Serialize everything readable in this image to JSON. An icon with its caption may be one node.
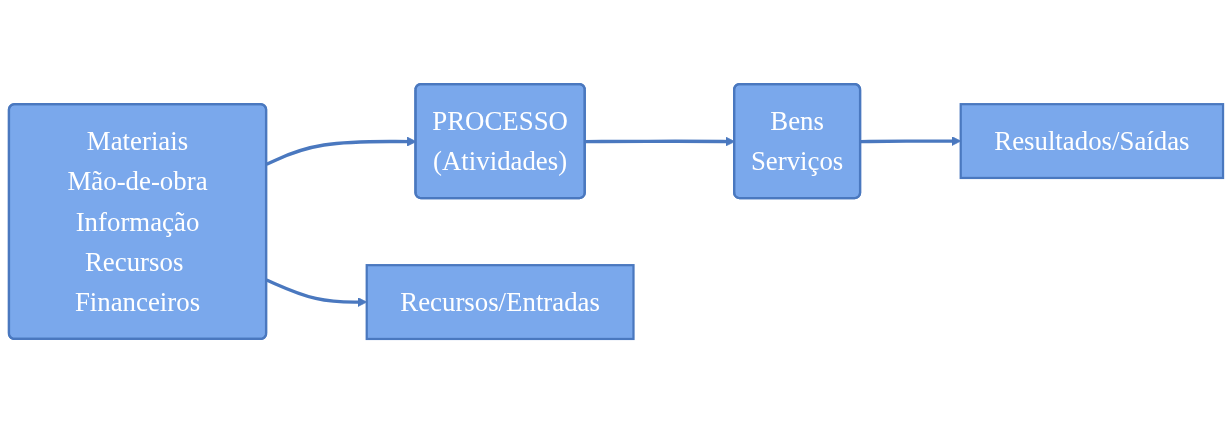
{
  "diagram": {
    "nodes": [
      {
        "text": [
          "Materiais",
          "Mão-de-obra",
          "Informação",
          "Recursos Financeiros"
        ]
      },
      {
        "text": [
          "PROCESSO",
          "(Atividades)"
        ]
      },
      {
        "text": [
          "Bens",
          "Serviços"
        ]
      },
      {
        "text": [
          "Recursos/Entradas"
        ]
      },
      {
        "text": [
          "Resultados/Saídas"
        ]
      }
    ],
    "edges": [
      {
        "from": 0,
        "to": 1,
        "arrow": "to"
      },
      {
        "from": 1,
        "to": 2,
        "arrow": "to"
      },
      {
        "from": 0,
        "to": 3,
        "arrow": "to"
      },
      {
        "from": 2,
        "to": 4,
        "arrow": "to"
      }
    ]
  }
}
